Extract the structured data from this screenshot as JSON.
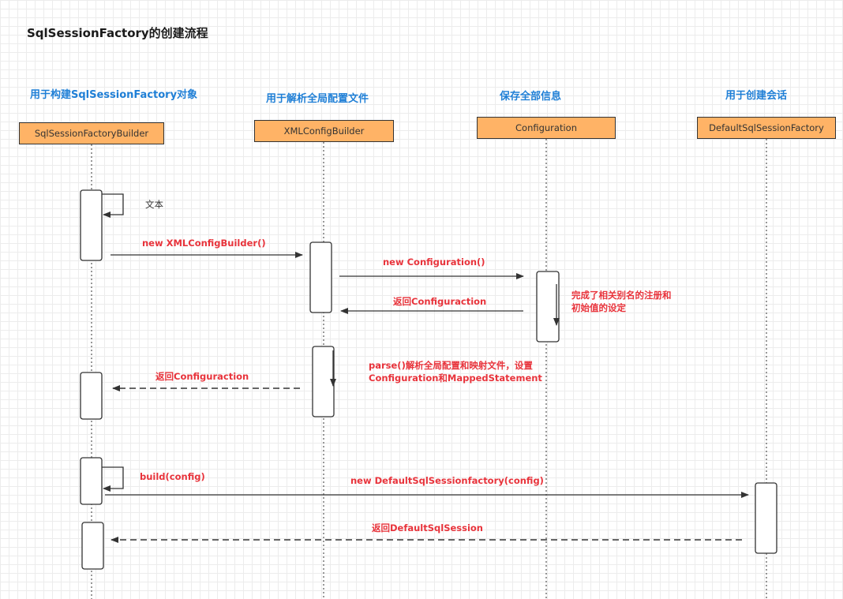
{
  "title": "SqlSessionFactory的创建流程",
  "lanes": [
    {
      "header": "用于构建SqlSessionFactory对象",
      "box": "SqlSessionFactoryBuilder"
    },
    {
      "header": "用于解析全局配置文件",
      "box": "XMLConfigBuilder"
    },
    {
      "header": "保存全部信息",
      "box": "Configuration"
    },
    {
      "header": "用于创建会话",
      "box": "DefaultSqlSessionFactory"
    }
  ],
  "note_text": "文本",
  "messages": {
    "new_xml": "new XMLConfigBuilder()",
    "new_config": "new Configuration()",
    "return_config_1": "返回Configuraction",
    "alias_note": [
      "完成了相关别名的注册和",
      "初始值的设定"
    ],
    "parse_note": [
      "parse()解析全局配置和映射文件，设置",
      "Configuration和MappedStatement"
    ],
    "return_config_2": "返回Configuraction",
    "build": "build(config)",
    "new_factory": "new DefaultSqlSessionfactory(config)",
    "return_session": "返回DefaultSqlSession"
  },
  "colors": {
    "box_fill": "#ffb366",
    "header": "#1f7fd6",
    "message": "#e8333b",
    "line": "#333333"
  }
}
